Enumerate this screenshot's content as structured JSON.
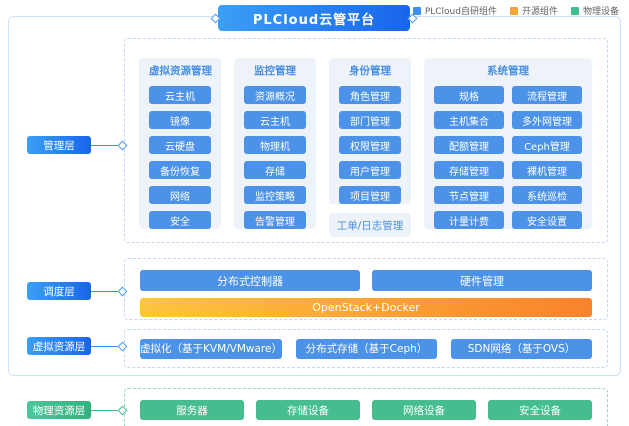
{
  "title": "PLCloud云管平台",
  "legend": [
    {
      "label": "PLCloud自研组件",
      "color": "#3E8EF0"
    },
    {
      "label": "开源组件",
      "color": "#F6A532"
    },
    {
      "label": "物理设备",
      "color": "#43BD8D"
    }
  ],
  "colors": {
    "primary_blue": "#4B92E8",
    "title_gradient_start": "#3BA0F7",
    "title_gradient_end": "#1865EC",
    "orange_gradient_start": "#FDC53E",
    "orange_gradient_end": "#F9822D",
    "green": "#45BD8E",
    "group_bg": "#EEF2F9",
    "dashed_border_blue": "#C5D8F2",
    "dashed_border_green": "#93D9BE",
    "outer_border": "#CEE0F8"
  },
  "management": {
    "label": "管理层",
    "groups": [
      {
        "title": "虚拟资源管理",
        "items": [
          "云主机",
          "镜像",
          "云硬盘",
          "备份恢复",
          "网络",
          "安全"
        ]
      },
      {
        "title": "监控管理",
        "items": [
          "资源概况",
          "云主机",
          "物理机",
          "存储",
          "监控策略",
          "告警管理"
        ]
      },
      {
        "title": "身份管理",
        "items": [
          "角色管理",
          "部门管理",
          "权限管理",
          "用户管理",
          "项目管理"
        ],
        "footer": "工单/日志管理"
      },
      {
        "title": "系统管理",
        "col1": [
          "规格",
          "主机集合",
          "配额管理",
          "存储管理",
          "节点管理",
          "计量计费"
        ],
        "col2": [
          "流程管理",
          "多外网管理",
          "Ceph管理",
          "裸机管理",
          "系统巡检",
          "安全设置"
        ]
      }
    ]
  },
  "scheduling": {
    "label": "调度层",
    "bars": [
      "分布式控制器",
      "硬件管理"
    ],
    "open_source_bar": "OpenStack+Docker"
  },
  "virtual": {
    "label": "虚拟资源层",
    "items": [
      "虚拟化（基于KVM/VMware）",
      "分布式存储（基于Ceph）",
      "SDN网络（基于OVS）"
    ]
  },
  "physical": {
    "label": "物理资源层",
    "items": [
      "服务器",
      "存储设备",
      "网络设备",
      "安全设备"
    ]
  }
}
